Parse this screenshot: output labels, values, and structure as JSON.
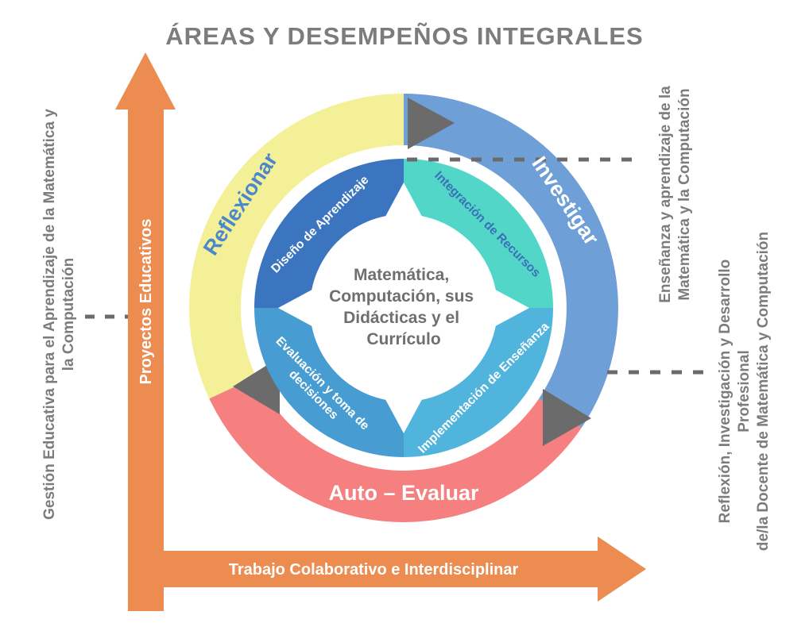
{
  "title": "ÁREAS Y DESEMPEÑOS INTEGRALES",
  "axes": {
    "vertical_label": "Proyectos Educativos",
    "horizontal_label": "Trabajo Colaborativo e Interdisciplinar"
  },
  "side_labels": {
    "left": {
      "line1": "Gestión Educativa para el Aprendizaje de la Matemática y",
      "line2": "la Computación"
    },
    "right_top": {
      "line1": "Enseñanza y aprendizaje de la",
      "line2": "Matemática y la Computación"
    },
    "right_bottom": {
      "line1": "Reflexión, Investigación y Desarrollo Profesional",
      "line2": "de/la Docente de Matemática y Computación"
    }
  },
  "outer_ring": {
    "reflexionar": "Reflexionar",
    "investigar": "Investigar",
    "auto_evaluar": "Auto – Evaluar"
  },
  "inner_ring": {
    "diseno": "Diseño de Aprendizaje",
    "integracion": "Integración de Recursos",
    "implementacion": "Implementación de Enseñanza",
    "evaluacion_line1": "Evaluación y toma de",
    "evaluacion_line2": "decisiones"
  },
  "center": {
    "line1": "Matemática,",
    "line2": "Computación, sus",
    "line3": "Didácticas y el",
    "line4": "Currículo"
  },
  "colors": {
    "orange": "#EC8C51",
    "gray_text": "#7C7C7C",
    "gray_arrow": "#6B6B6B",
    "dash_gray": "#6B6B6B",
    "outer_yellow": "#F3F098",
    "outer_blue": "#6F9FD7",
    "outer_red": "#F67F80",
    "inner_nw_blue": "#3B74BF",
    "inner_ne_teal": "#52D6C8",
    "inner_se_lightblue": "#50B4DD",
    "inner_sw_blue": "#479CD2",
    "reflexionar_text": "#4C87CB",
    "integracion_text": "#3A70B8",
    "center_text": "#6F6F6F",
    "white": "#FFFFFF"
  }
}
